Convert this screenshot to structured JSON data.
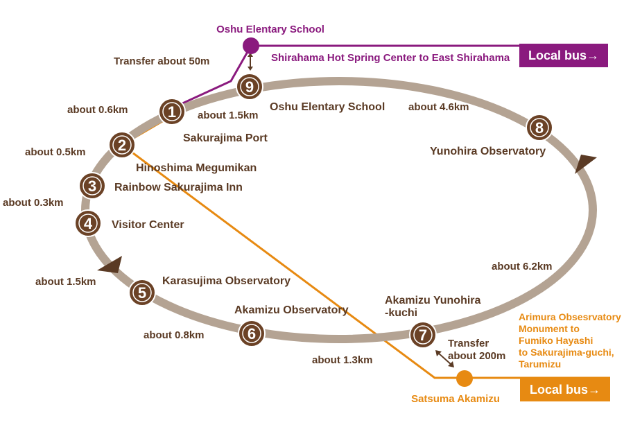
{
  "loop": {
    "color": "#b4a393"
  },
  "stops": [
    {
      "num": "1",
      "name": "Sakurajima Port"
    },
    {
      "num": "2",
      "name": "Hinoshima Megumikan"
    },
    {
      "num": "3",
      "name": "Rainbow Sakurajima Inn"
    },
    {
      "num": "4",
      "name": "Visitor Center"
    },
    {
      "num": "5",
      "name": "Karasujima Observatory"
    },
    {
      "num": "6",
      "name": "Akamizu Observatory"
    },
    {
      "num": "7",
      "name_line1": "Akamizu Yunohira",
      "name_line2": "-kuchi"
    },
    {
      "num": "8",
      "name": "Yunohira Observatory"
    },
    {
      "num": "9",
      "name": "Oshu Elentary School"
    }
  ],
  "distances": {
    "d_9_1": "about 1.5km",
    "d_1_2": "about 0.6km",
    "d_2_3": "about 0.5km",
    "d_3_4": "about 0.3km",
    "d_4_5": "about 1.5km",
    "d_5_6": "about 0.8km",
    "d_6_7": "about 1.3km",
    "d_7_8": "about 6.2km",
    "d_8_9": "about 4.6km"
  },
  "purple_route": {
    "color": "#8a1a7e",
    "station": "Oshu Elentary School",
    "transfer": "Transfer about 50m",
    "route_text": "Shirahama Hot Spring Center to East Shirahama",
    "bus_label": "Local bus→"
  },
  "orange_route": {
    "color": "#e78a12",
    "station": "Satsuma Akamizu",
    "transfer_line1": "Transfer",
    "transfer_line2": "about 200m",
    "route_lines": [
      "Arimura Obsesrvatory",
      "Monument to",
      "Fumiko Hayashi",
      "to Sakurajima-guchi,",
      "Tarumizu"
    ],
    "bus_label": "Local bus→"
  },
  "colors": {
    "stop_fill": "#6b4226",
    "loop": "#b4a393",
    "purple": "#8a1a7e",
    "orange": "#e78a12"
  }
}
